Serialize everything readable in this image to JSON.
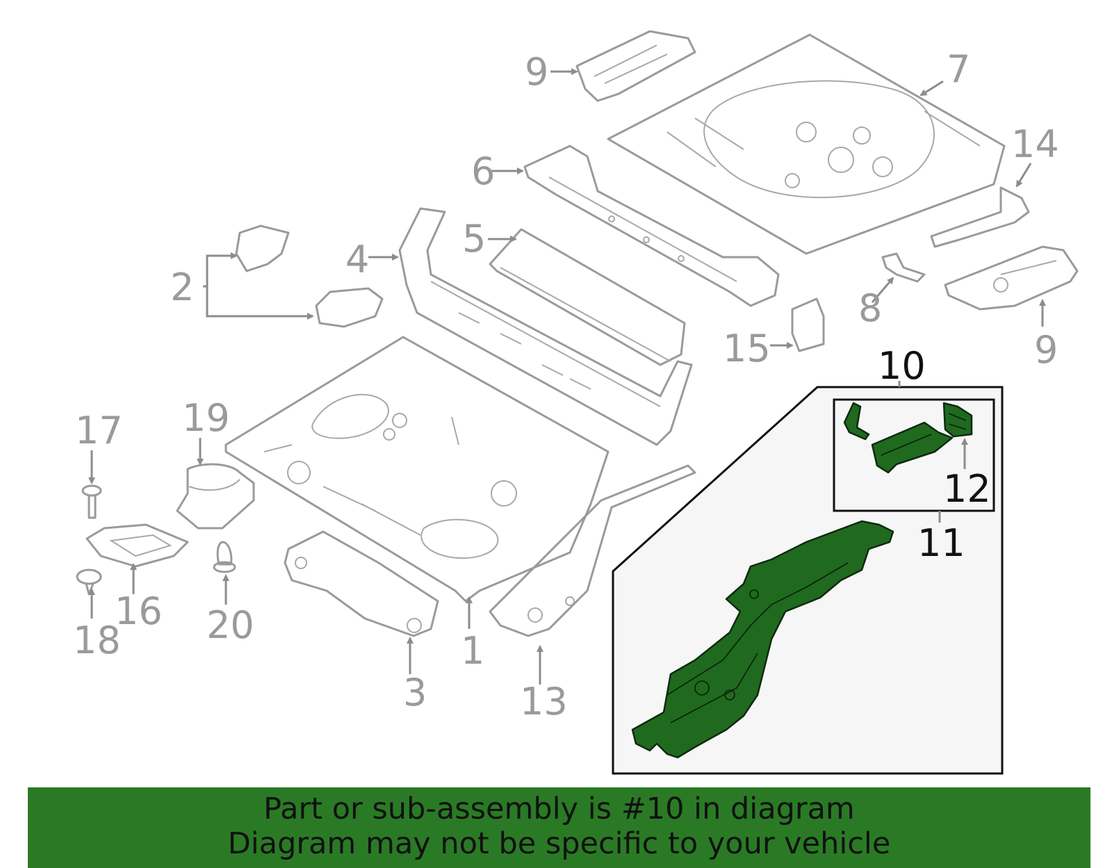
{
  "callouts": {
    "c1": "1",
    "c2": "2",
    "c3": "3",
    "c4": "4",
    "c5": "5",
    "c6": "6",
    "c7": "7",
    "c8": "8",
    "c9a": "9",
    "c9b": "9",
    "c10": "10",
    "c11": "11",
    "c12": "12",
    "c13": "13",
    "c14": "14",
    "c15": "15",
    "c16": "16",
    "c17": "17",
    "c18": "18",
    "c19": "19",
    "c20": "20"
  },
  "banner": {
    "line1": "Part or sub-assembly is #10 in diagram",
    "line2": "Diagram may not be specific to your vehicle"
  },
  "colors": {
    "banner_bg": "#2a7a25",
    "highlight_part": "#1f6a1f",
    "part_outline": "#9a9a9a"
  }
}
